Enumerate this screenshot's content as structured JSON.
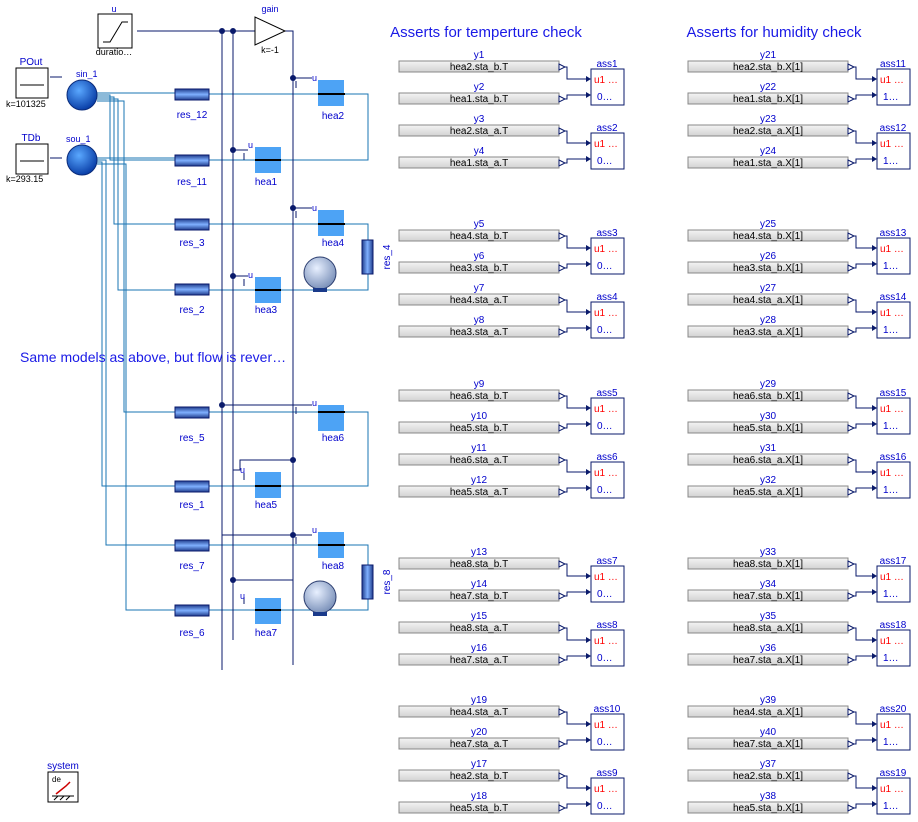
{
  "headers": {
    "temp": "Asserts for temperture check",
    "hum": "Asserts for humidity check",
    "reverse_note": "Same models as above, but flow is rever…"
  },
  "sources": {
    "pout": {
      "label": "POut",
      "value": "k=101325"
    },
    "tdb": {
      "label": "TDb",
      "value": "k=293.15"
    },
    "sin": "sin_1",
    "sou": "sou_1",
    "ramp": {
      "top": "u",
      "bottom": "duratio…"
    },
    "gain": {
      "label": "gain",
      "value": "k=-1"
    },
    "system": "system"
  },
  "resistances": [
    "res_12",
    "res_11",
    "res_3",
    "res_2",
    "res_5",
    "res_1",
    "res_7",
    "res_6",
    "res_4",
    "res_8"
  ],
  "heaters": [
    "hea2",
    "hea1",
    "hea4",
    "hea3",
    "hea6",
    "hea5",
    "hea8",
    "hea7"
  ],
  "port_u": "u",
  "assert_in": "u1 …",
  "temp_asserts": [
    {
      "name": "ass1",
      "v0": "0…",
      "y_top": "y1",
      "s_top": "hea2.sta_b.T",
      "y_bot": "y2",
      "s_bot": "hea1.sta_b.T"
    },
    {
      "name": "ass2",
      "v0": "0…",
      "y_top": "y3",
      "s_top": "hea2.sta_a.T",
      "y_bot": "y4",
      "s_bot": "hea1.sta_a.T"
    },
    {
      "name": "ass3",
      "v0": "0…",
      "y_top": "y5",
      "s_top": "hea4.sta_b.T",
      "y_bot": "y6",
      "s_bot": "hea3.sta_b.T"
    },
    {
      "name": "ass4",
      "v0": "0…",
      "y_top": "y7",
      "s_top": "hea4.sta_a.T",
      "y_bot": "y8",
      "s_bot": "hea3.sta_a.T"
    },
    {
      "name": "ass5",
      "v0": "0…",
      "y_top": "y9",
      "s_top": "hea6.sta_b.T",
      "y_bot": "y10",
      "s_bot": "hea5.sta_b.T"
    },
    {
      "name": "ass6",
      "v0": "0…",
      "y_top": "y11",
      "s_top": "hea6.sta_a.T",
      "y_bot": "y12",
      "s_bot": "hea5.sta_a.T"
    },
    {
      "name": "ass7",
      "v0": "0…",
      "y_top": "y13",
      "s_top": "hea8.sta_b.T",
      "y_bot": "y14",
      "s_bot": "hea7.sta_b.T"
    },
    {
      "name": "ass8",
      "v0": "0…",
      "y_top": "y15",
      "s_top": "hea8.sta_a.T",
      "y_bot": "y16",
      "s_bot": "hea7.sta_a.T"
    },
    {
      "name": "ass10",
      "v0": "0…",
      "y_top": "y19",
      "s_top": "hea4.sta_a.T",
      "y_bot": "y20",
      "s_bot": "hea7.sta_a.T"
    },
    {
      "name": "ass9",
      "v0": "0…",
      "y_top": "y17",
      "s_top": "hea2.sta_b.T",
      "y_bot": "y18",
      "s_bot": "hea5.sta_b.T"
    }
  ],
  "hum_asserts": [
    {
      "name": "ass11",
      "v0": "1…",
      "y_top": "y21",
      "s_top": "hea2.sta_b.X[1]",
      "y_bot": "y22",
      "s_bot": "hea1.sta_b.X[1]"
    },
    {
      "name": "ass12",
      "v0": "1…",
      "y_top": "y23",
      "s_top": "hea2.sta_a.X[1]",
      "y_bot": "y24",
      "s_bot": "hea1.sta_a.X[1]"
    },
    {
      "name": "ass13",
      "v0": "1…",
      "y_top": "y25",
      "s_top": "hea4.sta_b.X[1]",
      "y_bot": "y26",
      "s_bot": "hea3.sta_b.X[1]"
    },
    {
      "name": "ass14",
      "v0": "1…",
      "y_top": "y27",
      "s_top": "hea4.sta_a.X[1]",
      "y_bot": "y28",
      "s_bot": "hea3.sta_a.X[1]"
    },
    {
      "name": "ass15",
      "v0": "1…",
      "y_top": "y29",
      "s_top": "hea6.sta_b.X[1]",
      "y_bot": "y30",
      "s_bot": "hea5.sta_b.X[1]"
    },
    {
      "name": "ass16",
      "v0": "1…",
      "y_top": "y31",
      "s_top": "hea6.sta_a.X[1]",
      "y_bot": "y32",
      "s_bot": "hea5.sta_a.X[1]"
    },
    {
      "name": "ass17",
      "v0": "1…",
      "y_top": "y33",
      "s_top": "hea8.sta_b.X[1]",
      "y_bot": "y34",
      "s_bot": "hea7.sta_b.X[1]"
    },
    {
      "name": "ass18",
      "v0": "1…",
      "y_top": "y35",
      "s_top": "hea8.sta_a.X[1]",
      "y_bot": "y36",
      "s_bot": "hea7.sta_a.X[1]"
    },
    {
      "name": "ass20",
      "v0": "1…",
      "y_top": "y39",
      "s_top": "hea4.sta_a.X[1]",
      "y_bot": "y40",
      "s_bot": "hea7.sta_a.X[1]"
    },
    {
      "name": "ass19",
      "v0": "1…",
      "y_top": "y37",
      "s_top": "hea2.sta_b.X[1]",
      "y_bot": "y38",
      "s_bot": "hea5.sta_b.X[1]"
    }
  ]
}
